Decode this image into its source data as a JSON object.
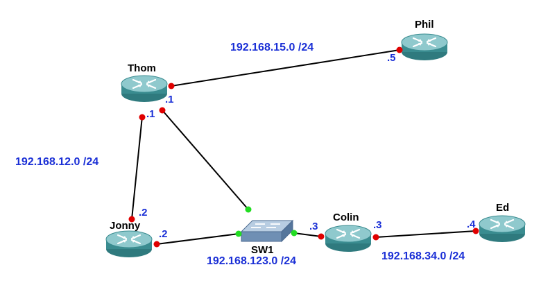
{
  "colors": {
    "label_blue": "#1a2fd6",
    "link": "#000000",
    "port_down": "#e00000",
    "port_up": "#22dd22",
    "router_body": "#3a8c90",
    "router_top": "#8fc9cd",
    "switch_body": "#6f8fb4",
    "switch_top": "#b8cde2"
  },
  "nodes": {
    "thom": {
      "name": "Thom",
      "icon": "router-icon"
    },
    "phil": {
      "name": "Phil",
      "icon": "router-icon"
    },
    "jonny": {
      "name": "Jonny",
      "icon": "router-icon"
    },
    "colin": {
      "name": "Colin",
      "icon": "router-icon"
    },
    "ed": {
      "name": "Ed",
      "icon": "router-icon"
    },
    "sw1": {
      "name": "SW1",
      "icon": "switch-icon"
    }
  },
  "interfaces": {
    "thom_phil": ".1",
    "thom_jonny": ".1",
    "phil": ".5",
    "jonny_thom": ".2",
    "jonny_sw": ".2",
    "colin_sw": ".3",
    "colin_ed": ".3",
    "ed": ".4"
  },
  "subnets": {
    "thom_phil": "192.168.15.0 /24",
    "thom_jonny": "192.168.12.0 /24",
    "lan": "192.168.123.0 /24",
    "colin_ed": "192.168.34.0 /24"
  }
}
